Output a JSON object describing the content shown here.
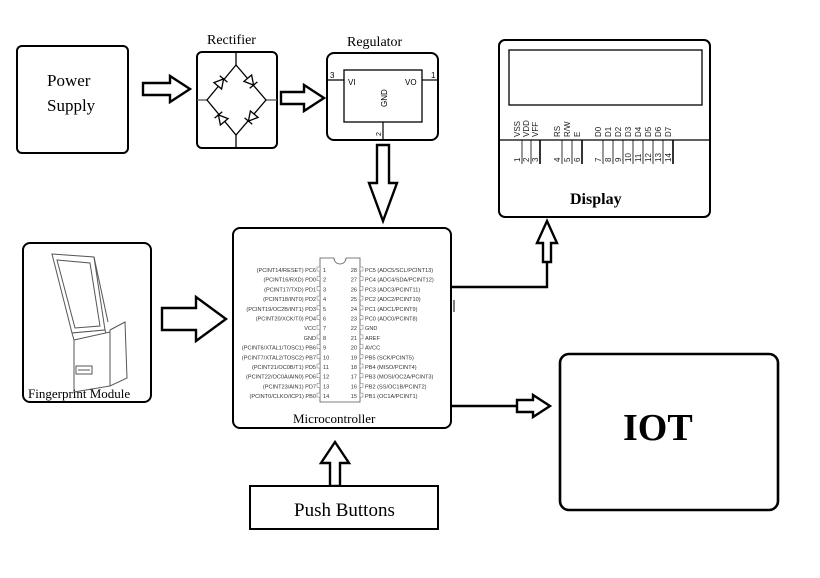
{
  "diagram": {
    "title": "Fingerprint based IoT system block diagram",
    "blocks": {
      "power_supply": {
        "label_line1": "Power",
        "label_line2": "Supply"
      },
      "rectifier": {
        "label": "Rectifier"
      },
      "regulator": {
        "label": "Regulator",
        "pin_vi": "VI",
        "pin_vo": "VO",
        "pin_gnd": "GND",
        "pin_in_num": "3",
        "pin_out_num": "1",
        "pin_gnd_num": "2"
      },
      "display": {
        "label": "Display",
        "pin_names": [
          "VSS",
          "VDD",
          "VFF",
          "RS",
          "R/W",
          "E",
          "D0",
          "D1",
          "D2",
          "D3",
          "D4",
          "D5",
          "D6",
          "D7"
        ],
        "pin_numbers": [
          "1",
          "2",
          "3",
          "4",
          "5",
          "6",
          "7",
          "8",
          "9",
          "10",
          "11",
          "12",
          "13",
          "14"
        ]
      },
      "fingerprint": {
        "label": "Fingerprint Module"
      },
      "microcontroller": {
        "label": "Microcontroller",
        "left_pins": [
          {
            "name": "(PCINT14/RESET) PC6",
            "num": "1"
          },
          {
            "name": "(PCINT16/RXD) PD0",
            "num": "2"
          },
          {
            "name": "(PCINT17/TXD) PD1",
            "num": "3"
          },
          {
            "name": "(PCINT18/INT0) PD2",
            "num": "4"
          },
          {
            "name": "(PCINT19/OC2B/INT1) PD3",
            "num": "5"
          },
          {
            "name": "(PCINT20/XCK/T0) PD4",
            "num": "6"
          },
          {
            "name": "VCC",
            "num": "7"
          },
          {
            "name": "GND",
            "num": "8"
          },
          {
            "name": "(PCINT6/XTAL1/TOSC1) PB6",
            "num": "9"
          },
          {
            "name": "(PCINT7/XTAL2/TOSC2) PB7",
            "num": "10"
          },
          {
            "name": "(PCINT21/OC0B/T1) PD5",
            "num": "11"
          },
          {
            "name": "(PCINT22/OC0A/AIN0) PD6",
            "num": "12"
          },
          {
            "name": "(PCINT23/AIN1) PD7",
            "num": "13"
          },
          {
            "name": "(PCINT0/CLKO/ICP1) PB0",
            "num": "14"
          }
        ],
        "right_pins": [
          {
            "num": "28",
            "name": "PC5 (ADC5/SCL/PCINT13)"
          },
          {
            "num": "27",
            "name": "PC4 (ADC4/SDA/PCINT12)"
          },
          {
            "num": "26",
            "name": "PC3 (ADC3/PCINT11)"
          },
          {
            "num": "25",
            "name": "PC2 (ADC2/PCINT10)"
          },
          {
            "num": "24",
            "name": "PC1 (ADC1/PCINT9)"
          },
          {
            "num": "23",
            "name": "PC0 (ADC0/PCINT8)"
          },
          {
            "num": "22",
            "name": "GND"
          },
          {
            "num": "21",
            "name": "AREF"
          },
          {
            "num": "20",
            "name": "AVCC"
          },
          {
            "num": "19",
            "name": "PB5 (SCK/PCINT5)"
          },
          {
            "num": "18",
            "name": "PB4 (MISO/PCINT4)"
          },
          {
            "num": "17",
            "name": "PB3 (MOSI/OC2A/PCINT3)"
          },
          {
            "num": "16",
            "name": "PB2 (SS/OC1B/PCINT2)"
          },
          {
            "num": "15",
            "name": "PB1 (OC1A/PCINT1)"
          }
        ]
      },
      "iot": {
        "label": "IOT"
      },
      "push_buttons": {
        "label": "Push Buttons"
      }
    },
    "connections": [
      {
        "from": "power_supply",
        "to": "rectifier"
      },
      {
        "from": "rectifier",
        "to": "regulator"
      },
      {
        "from": "regulator",
        "to": "microcontroller"
      },
      {
        "from": "fingerprint",
        "to": "microcontroller"
      },
      {
        "from": "microcontroller",
        "to": "display"
      },
      {
        "from": "microcontroller",
        "to": "iot"
      },
      {
        "from": "push_buttons",
        "to": "microcontroller"
      }
    ]
  }
}
